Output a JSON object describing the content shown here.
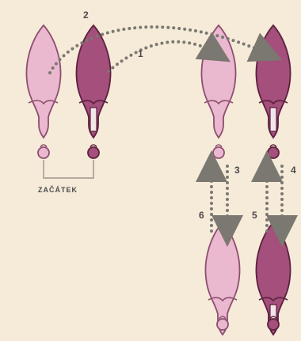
{
  "colors": {
    "background": "#f6ead9",
    "light_ski_fill": "#eab8cf",
    "light_ski_stroke": "#8d4f70",
    "dark_ski_fill": "#a44f7c",
    "dark_ski_stroke": "#5c213e",
    "arrow": "#7a7870",
    "text": "#4b4b4b"
  },
  "labels": {
    "start": "ZAČÁTEK",
    "step_1": "1",
    "step_2": "2",
    "step_3": "3",
    "step_4": "4",
    "step_5": "5",
    "step_6": "6"
  }
}
